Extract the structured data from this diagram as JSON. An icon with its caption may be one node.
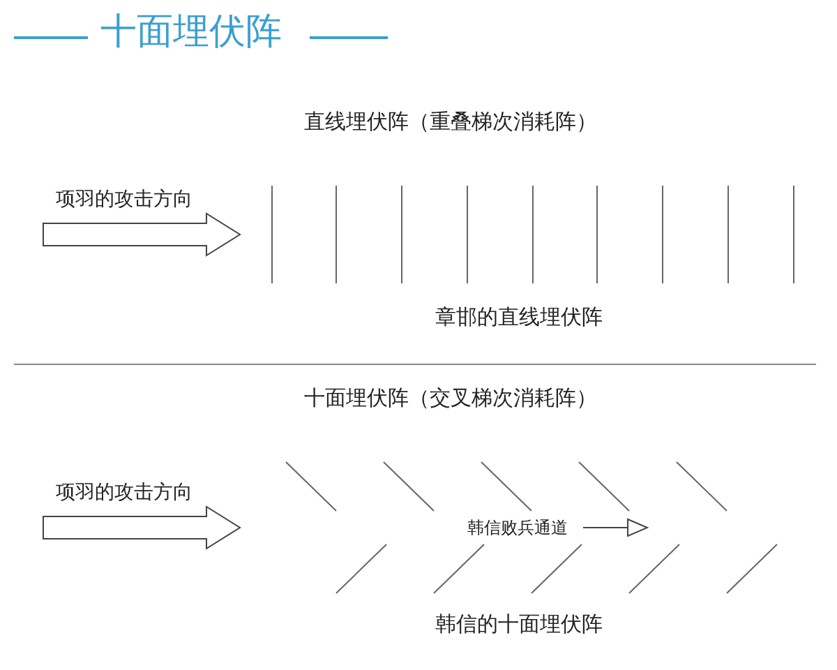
{
  "diagram": {
    "title": "十面埋伏阵",
    "labels": [
      "直线埋伏阵（重叠梯次消耗阵）",
      "项羽的攻击方向",
      "章邯的直线埋伏阵",
      "十面埋伏阵（交叉梯次消耗阵）",
      "项羽的攻击方向",
      "韩信败兵通道",
      "韩信的十面埋伏阵"
    ]
  }
}
